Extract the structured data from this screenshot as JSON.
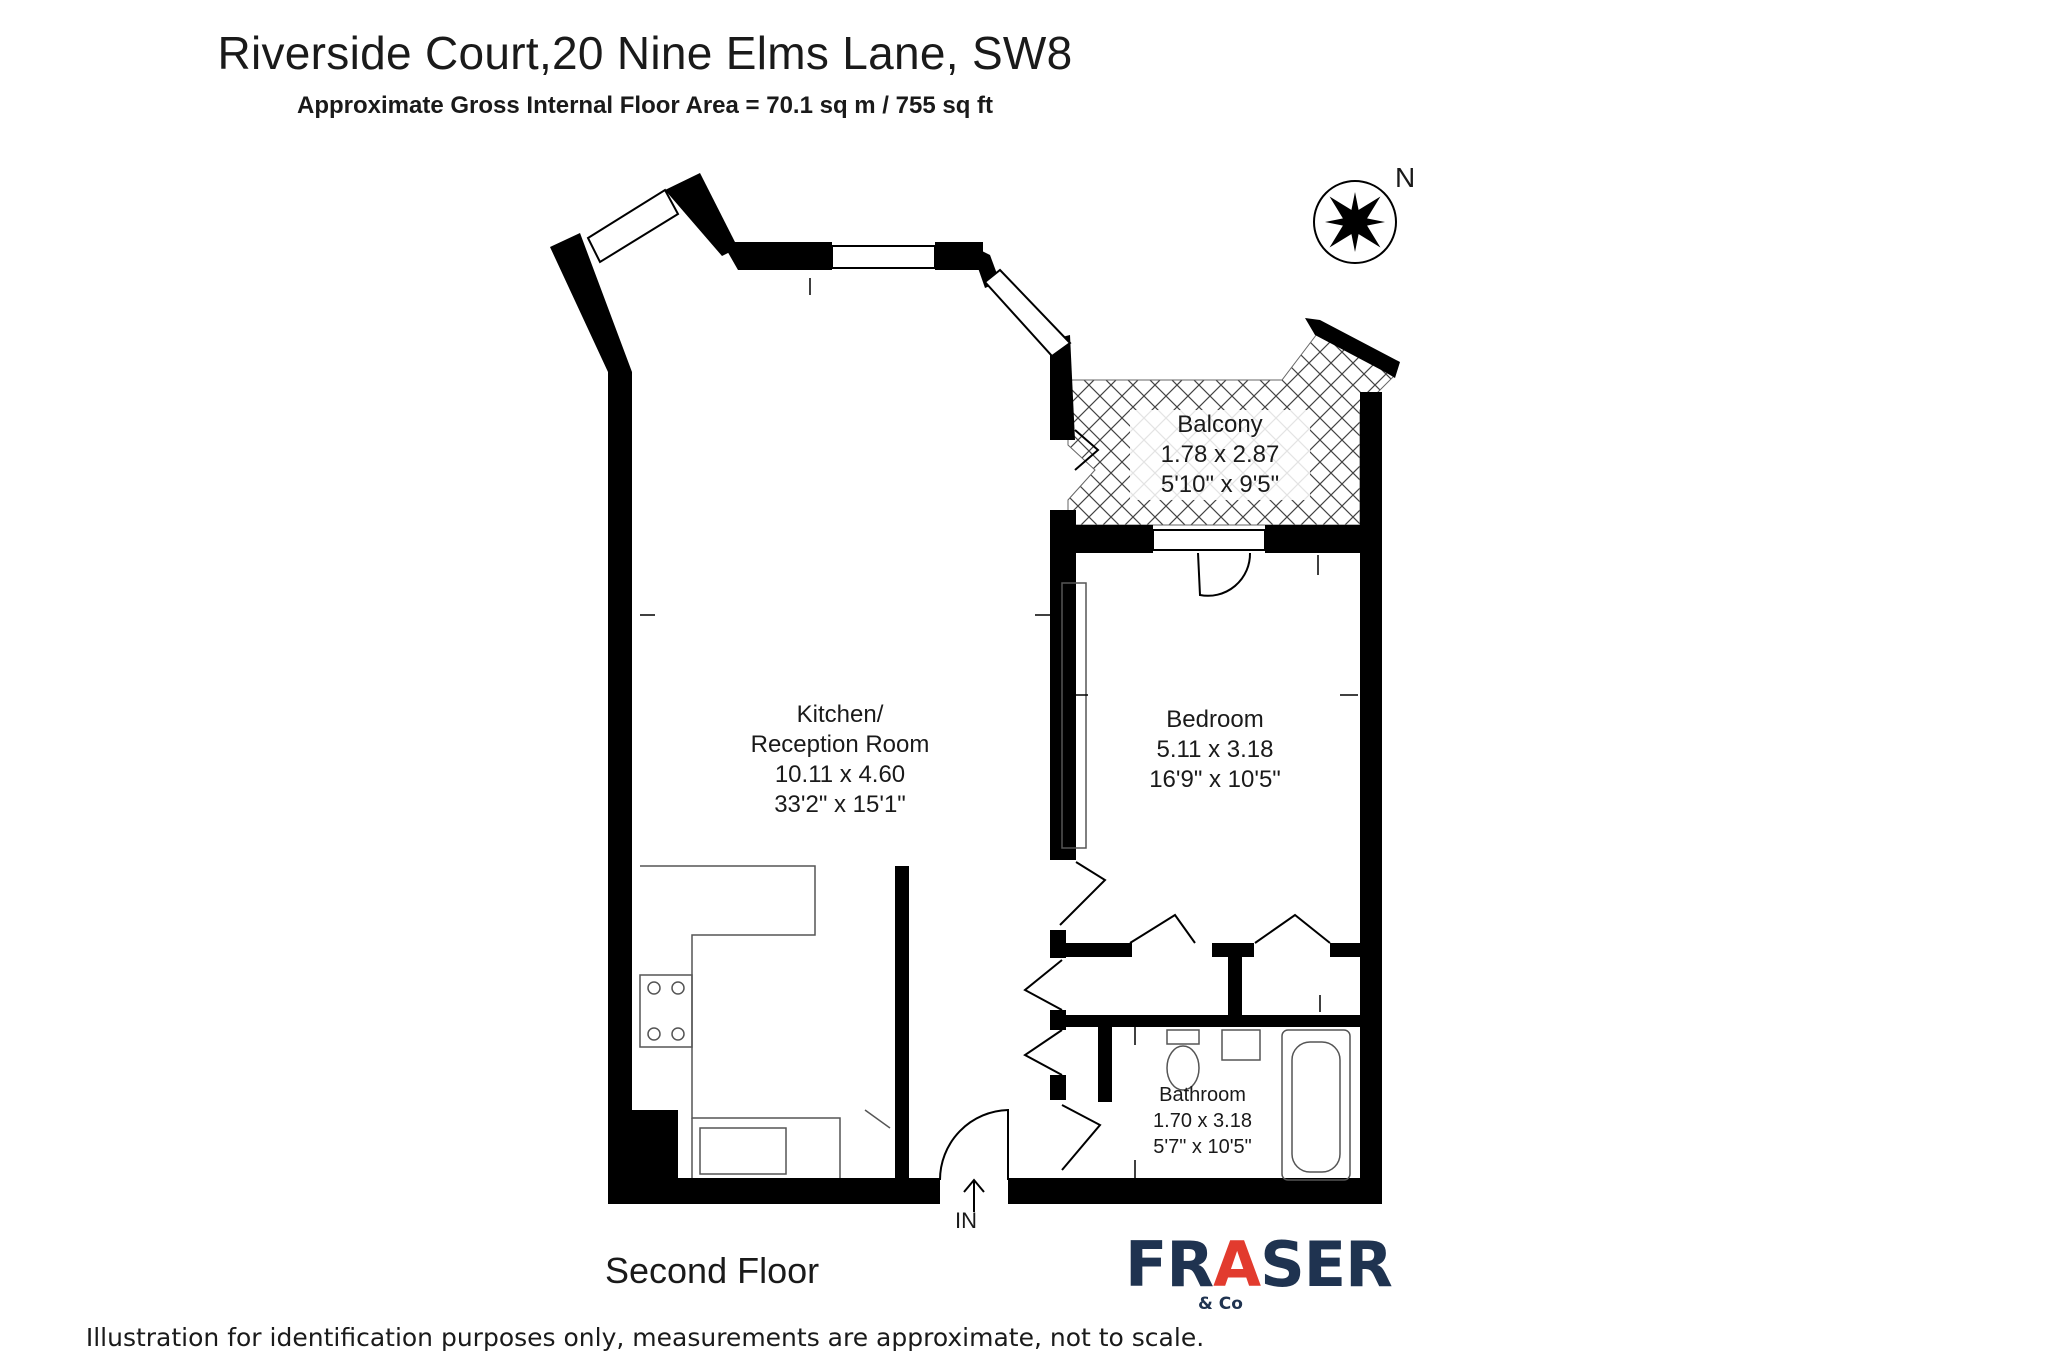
{
  "header": {
    "title": "Riverside Court,20 Nine Elms Lane, SW8",
    "subtitle": "Approximate Gross Internal Floor Area = 70.1 sq m / 755 sq ft"
  },
  "compass": {
    "label": "N"
  },
  "rooms": {
    "kitchen": {
      "name_line1": "Kitchen/",
      "name_line2": "Reception Room",
      "metric": "10.11 x 4.60",
      "imperial": "33'2\" x 15'1\""
    },
    "bedroom": {
      "name": "Bedroom",
      "metric": "5.11 x 3.18",
      "imperial": "16'9\" x 10'5\""
    },
    "balcony": {
      "name": "Balcony",
      "metric": "1.78 x 2.87",
      "imperial": "5'10\" x 9'5\""
    },
    "bathroom": {
      "name": "Bathroom",
      "metric": "1.70 x 3.18",
      "imperial": "5'7\" x 10'5\""
    }
  },
  "entrance": {
    "label": "IN"
  },
  "floor_name": "Second Floor",
  "logo": {
    "main": "FRASER",
    "sub": "& Co",
    "color": "#1f3350",
    "accent": "#e23b2e"
  },
  "footer": "Illustration for identification purposes only, measurements are approximate, not to scale.",
  "colors": {
    "wall": "#000000",
    "fixture": "#555555",
    "balcony_hatch": "#333333"
  }
}
